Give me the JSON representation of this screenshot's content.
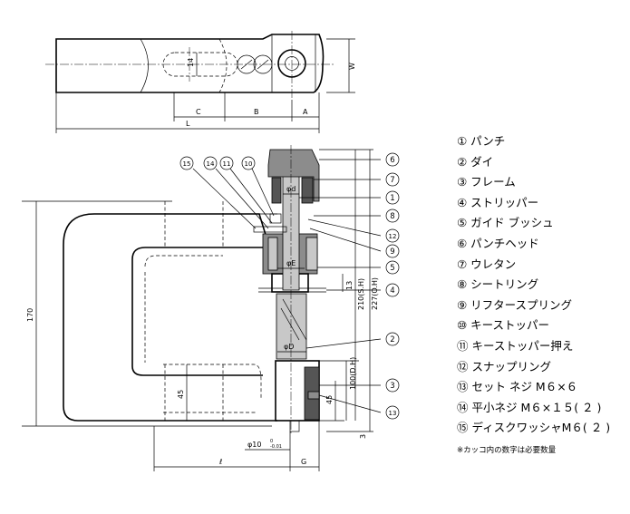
{
  "top_view": {
    "dims": {
      "w": "W",
      "a": "A",
      "b": "B",
      "c": "C",
      "l": "L",
      "slot": "14"
    }
  },
  "side_view": {
    "dims": {
      "h170": "170",
      "h45_left": "45",
      "h45_right": "45",
      "h3": "3",
      "sh": "210(S.H)",
      "oh": "227(O.H)",
      "dh": "100(D.H)",
      "h13": "13",
      "phi_d": "φd",
      "phi_e": "φE",
      "phi_D": "φD",
      "phi10": "φ10",
      "tol_top": "0",
      "tol_bot": "-0.01",
      "ell": "ℓ",
      "g": "G"
    },
    "callouts": [
      "1",
      "2",
      "3",
      "4",
      "5",
      "6",
      "7",
      "8",
      "9",
      "10",
      "11",
      "12",
      "13",
      "14",
      "15"
    ]
  },
  "parts": [
    {
      "no": "①",
      "name": "パンチ"
    },
    {
      "no": "②",
      "name": "ダイ"
    },
    {
      "no": "③",
      "name": "フレーム"
    },
    {
      "no": "④",
      "name": "ストリッパー"
    },
    {
      "no": "⑤",
      "name": "ガイド ブッシュ"
    },
    {
      "no": "⑥",
      "name": "パンチヘッド"
    },
    {
      "no": "⑦",
      "name": "ウレタン"
    },
    {
      "no": "⑧",
      "name": "シートリング"
    },
    {
      "no": "⑨",
      "name": "リフタースプリング"
    },
    {
      "no": "⑩",
      "name": "キーストッパー"
    },
    {
      "no": "⑪",
      "name": "キーストッパー押え"
    },
    {
      "no": "⑫",
      "name": "スナップリング"
    },
    {
      "no": "⑬",
      "name": "セット ネジ M６×６"
    },
    {
      "no": "⑭",
      "name": "平小ネジ M６×１５( ２ )"
    },
    {
      "no": "⑮",
      "name": "ディスクワッシャM６( ２ )"
    }
  ],
  "note": "※カッコ内の数字は必要数量"
}
